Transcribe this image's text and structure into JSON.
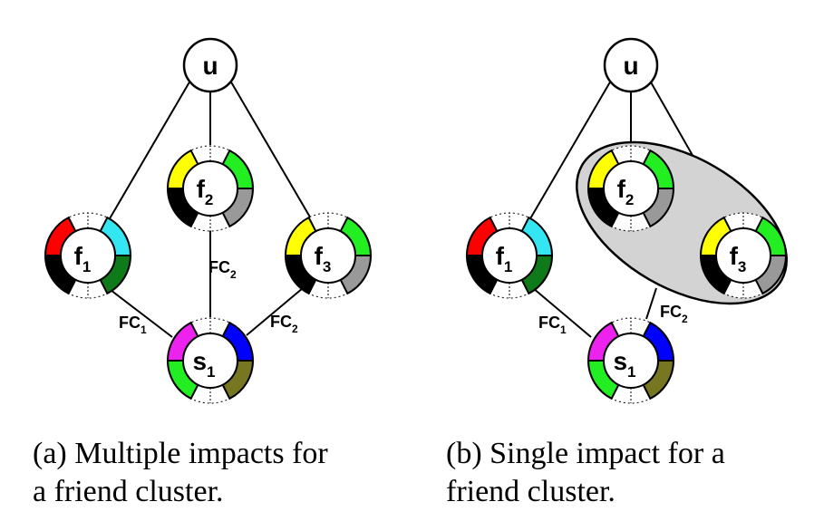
{
  "colors": {
    "red": "#ff0000",
    "cyan": "#33e6f2",
    "black": "#000000",
    "darkgreen": "#0e7a1a",
    "yellow": "#ffff00",
    "green": "#22ee22",
    "gray": "#999999",
    "magenta": "#ee22ee",
    "blue": "#0000ff",
    "olive": "#777722",
    "cluster_fill": "#d3d3d3"
  },
  "panel_a": {
    "nodes": {
      "u": {
        "main": "u",
        "sub": ""
      },
      "f1": {
        "main": "f",
        "sub": "1",
        "segments": [
          "red",
          "cyan",
          "black",
          "darkgreen"
        ]
      },
      "f2": {
        "main": "f",
        "sub": "2",
        "segments": [
          "yellow",
          "green",
          "black",
          "gray"
        ]
      },
      "f3": {
        "main": "f",
        "sub": "3",
        "segments": [
          "yellow",
          "green",
          "black",
          "gray"
        ]
      },
      "s1": {
        "main": "s",
        "sub": "1",
        "segments": [
          "magenta",
          "blue",
          "green",
          "olive"
        ]
      }
    },
    "edge_labels": {
      "fc1": {
        "main": "FC",
        "sub": "1"
      },
      "fc2_mid": {
        "main": "FC",
        "sub": "2"
      },
      "fc2_right": {
        "main": "FC",
        "sub": "2"
      }
    },
    "caption": {
      "line1": "(a) Multiple impacts for",
      "line2": "a friend cluster."
    }
  },
  "panel_b": {
    "nodes": {
      "u": {
        "main": "u",
        "sub": ""
      },
      "f1": {
        "main": "f",
        "sub": "1",
        "segments": [
          "red",
          "cyan",
          "black",
          "darkgreen"
        ]
      },
      "f2": {
        "main": "f",
        "sub": "2",
        "segments": [
          "yellow",
          "green",
          "black",
          "gray"
        ]
      },
      "f3": {
        "main": "f",
        "sub": "3",
        "segments": [
          "yellow",
          "green",
          "black",
          "gray"
        ]
      },
      "s1": {
        "main": "s",
        "sub": "1",
        "segments": [
          "magenta",
          "blue",
          "green",
          "olive"
        ]
      }
    },
    "edge_labels": {
      "fc1": {
        "main": "FC",
        "sub": "1"
      },
      "fc2": {
        "main": "FC",
        "sub": "2"
      }
    },
    "caption": {
      "line1": "(b) Single impact for a",
      "line2": "friend cluster."
    }
  }
}
